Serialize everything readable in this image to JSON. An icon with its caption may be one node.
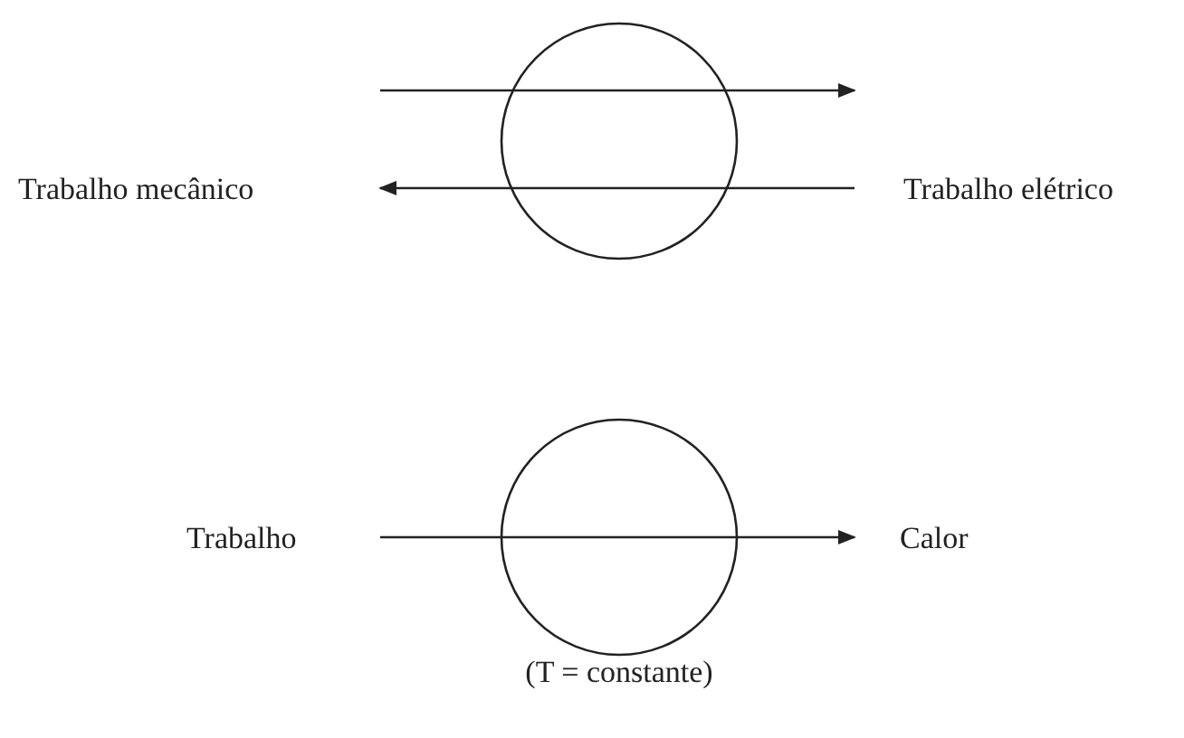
{
  "diagram": {
    "nodes": [
      {
        "text": [
          "Trabalho mecânico"
        ]
      },
      {
        "text": [],
        "shape": "circle"
      },
      {
        "text": [
          "Trabalho elétrico"
        ]
      },
      {
        "text": [
          "Trabalho"
        ]
      },
      {
        "text": [],
        "shape": "circle",
        "beside": [
          "(T = constante)"
        ]
      },
      {
        "text": [
          "Calor"
        ]
      }
    ],
    "edges": [
      {
        "from": null,
        "to": 1,
        "arrow": "none"
      },
      {
        "from": 1,
        "to": 2,
        "arrow": "to"
      },
      {
        "from": 2,
        "to": 1,
        "arrow": "none"
      },
      {
        "from": 1,
        "to": 0,
        "arrow": "to"
      },
      {
        "from": 3,
        "to": 4,
        "arrow": "none"
      },
      {
        "from": 4,
        "to": 5,
        "arrow": "to"
      }
    ]
  }
}
